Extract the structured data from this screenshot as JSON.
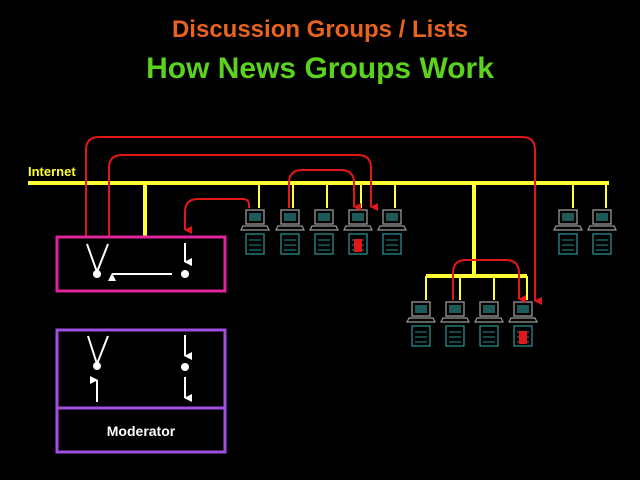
{
  "slide": {
    "heading": "Discussion Groups / Lists",
    "subheading": "How News Groups Work"
  },
  "diagram": {
    "network_label": "Internet",
    "moderator_label": "Moderator"
  },
  "colors": {
    "background": "#000000",
    "heading": "#e8641e",
    "subheading": "#5ad21e",
    "network": "#ffff33",
    "message_path": "#e01818",
    "server_box": "#e0249c",
    "moderated_box": "#a050e0",
    "computer": "#2a8c8c"
  },
  "icons": [
    "computer-icon",
    "arrow-icon",
    "node-dot-icon"
  ]
}
